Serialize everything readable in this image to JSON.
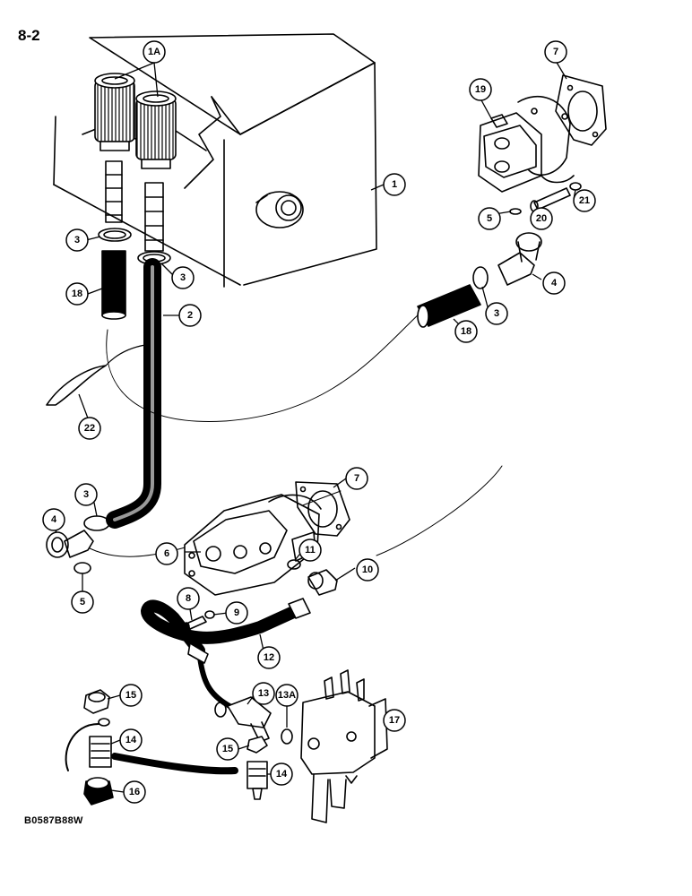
{
  "page_number": "8-2",
  "figure_code": "B0587B88W",
  "callouts": [
    "1A",
    "1",
    "19",
    "7",
    "5",
    "20",
    "21",
    "3",
    "18",
    "2",
    "4",
    "22",
    "6",
    "11",
    "10",
    "8",
    "9",
    "12",
    "13",
    "13A",
    "15",
    "14",
    "16",
    "17"
  ]
}
